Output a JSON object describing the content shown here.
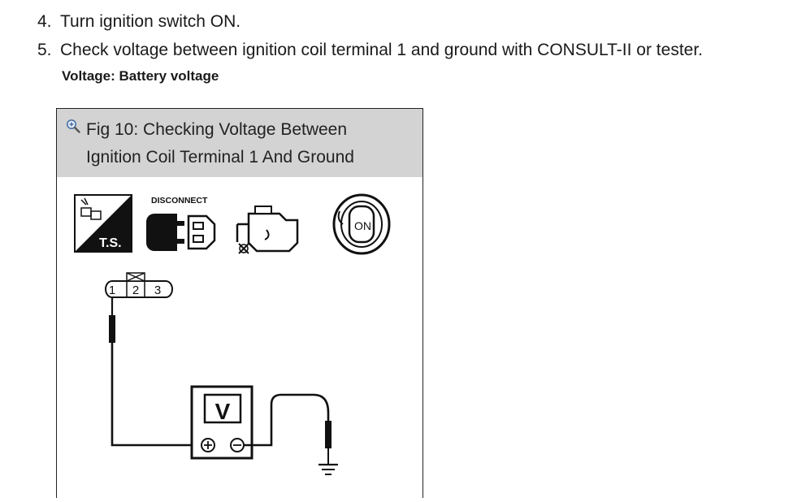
{
  "steps": [
    {
      "number": "4.",
      "text": "Turn ignition switch ON."
    },
    {
      "number": "5.",
      "text": "Check voltage between ignition coil terminal 1 and ground with CONSULT-II or tester."
    }
  ],
  "spec": "Voltage: Battery voltage",
  "figure": {
    "title": "Fig 10: Checking Voltage Between Ignition Coil Terminal 1 And Ground",
    "title_line1": "Fig 10: Checking Voltage Between",
    "title_line2": "Ignition Coil Terminal 1 And Ground",
    "icons": {
      "ts_label": "T.S.",
      "disconnect_label": "DISCONNECT",
      "on_label": "ON"
    },
    "connector_terminals": [
      "1",
      "2",
      "3"
    ],
    "meter_label": "V",
    "colors": {
      "header_bg": "#d3d3d3",
      "line": "#111111"
    }
  }
}
